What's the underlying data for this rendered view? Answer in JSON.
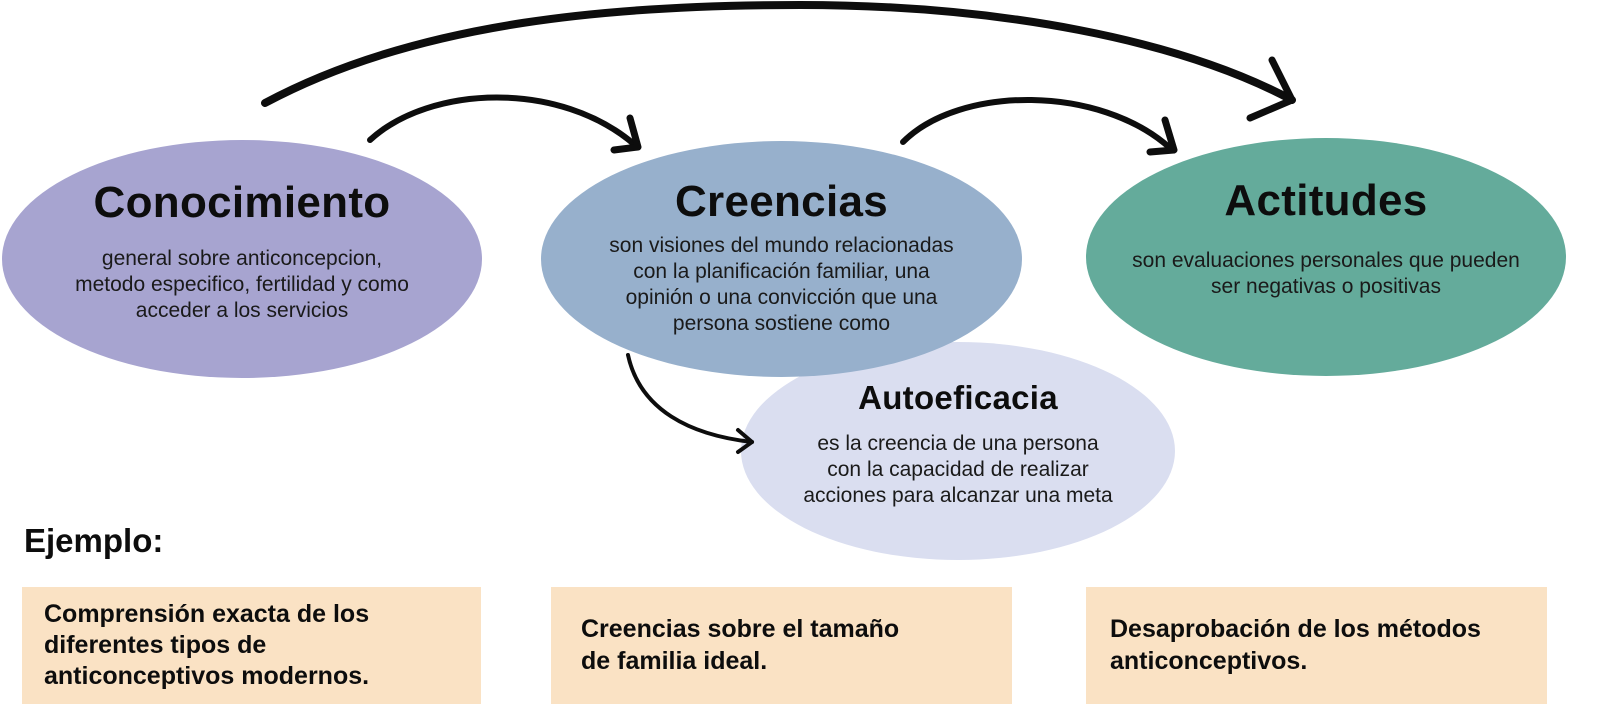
{
  "diagram": {
    "nodes": {
      "conocimiento": {
        "title": "Conocimiento",
        "description": "general sobre anticoncepcion, metodo especifico, fertilidad y como acceder a los servicios",
        "color": "#a7a4d0"
      },
      "creencias": {
        "title": "Creencias",
        "description": "son visiones del mundo relacionadas con la planificación familiar, una opinión o una convicción que una persona sostiene como",
        "color": "#97b0cc"
      },
      "actitudes": {
        "title": "Actitudes",
        "description": "son evaluaciones personales que pueden ser negativas o positivas",
        "color": "#64ab9b"
      },
      "autoeficacia": {
        "title": "Autoeficacia",
        "description": "es la creencia de una persona con la capacidad de realizar acciones para alcanzar una meta",
        "color": "#dadef0"
      }
    },
    "edges": [
      {
        "from": "Conocimiento",
        "to": "Creencias"
      },
      {
        "from": "Creencias",
        "to": "Actitudes"
      },
      {
        "from": "Conocimiento",
        "to": "Actitudes"
      },
      {
        "from": "Creencias",
        "to": "Autoeficacia"
      }
    ]
  },
  "examples": {
    "label": "Ejemplo:",
    "box_color": "#fae2c4",
    "items": [
      {
        "text": "Comprensión exacta de los diferentes tipos de anticonceptivos modernos."
      },
      {
        "text": "Creencias sobre el tamaño de familia ideal."
      },
      {
        "text": "Desaprobación de los métodos anticonceptivos."
      }
    ]
  }
}
